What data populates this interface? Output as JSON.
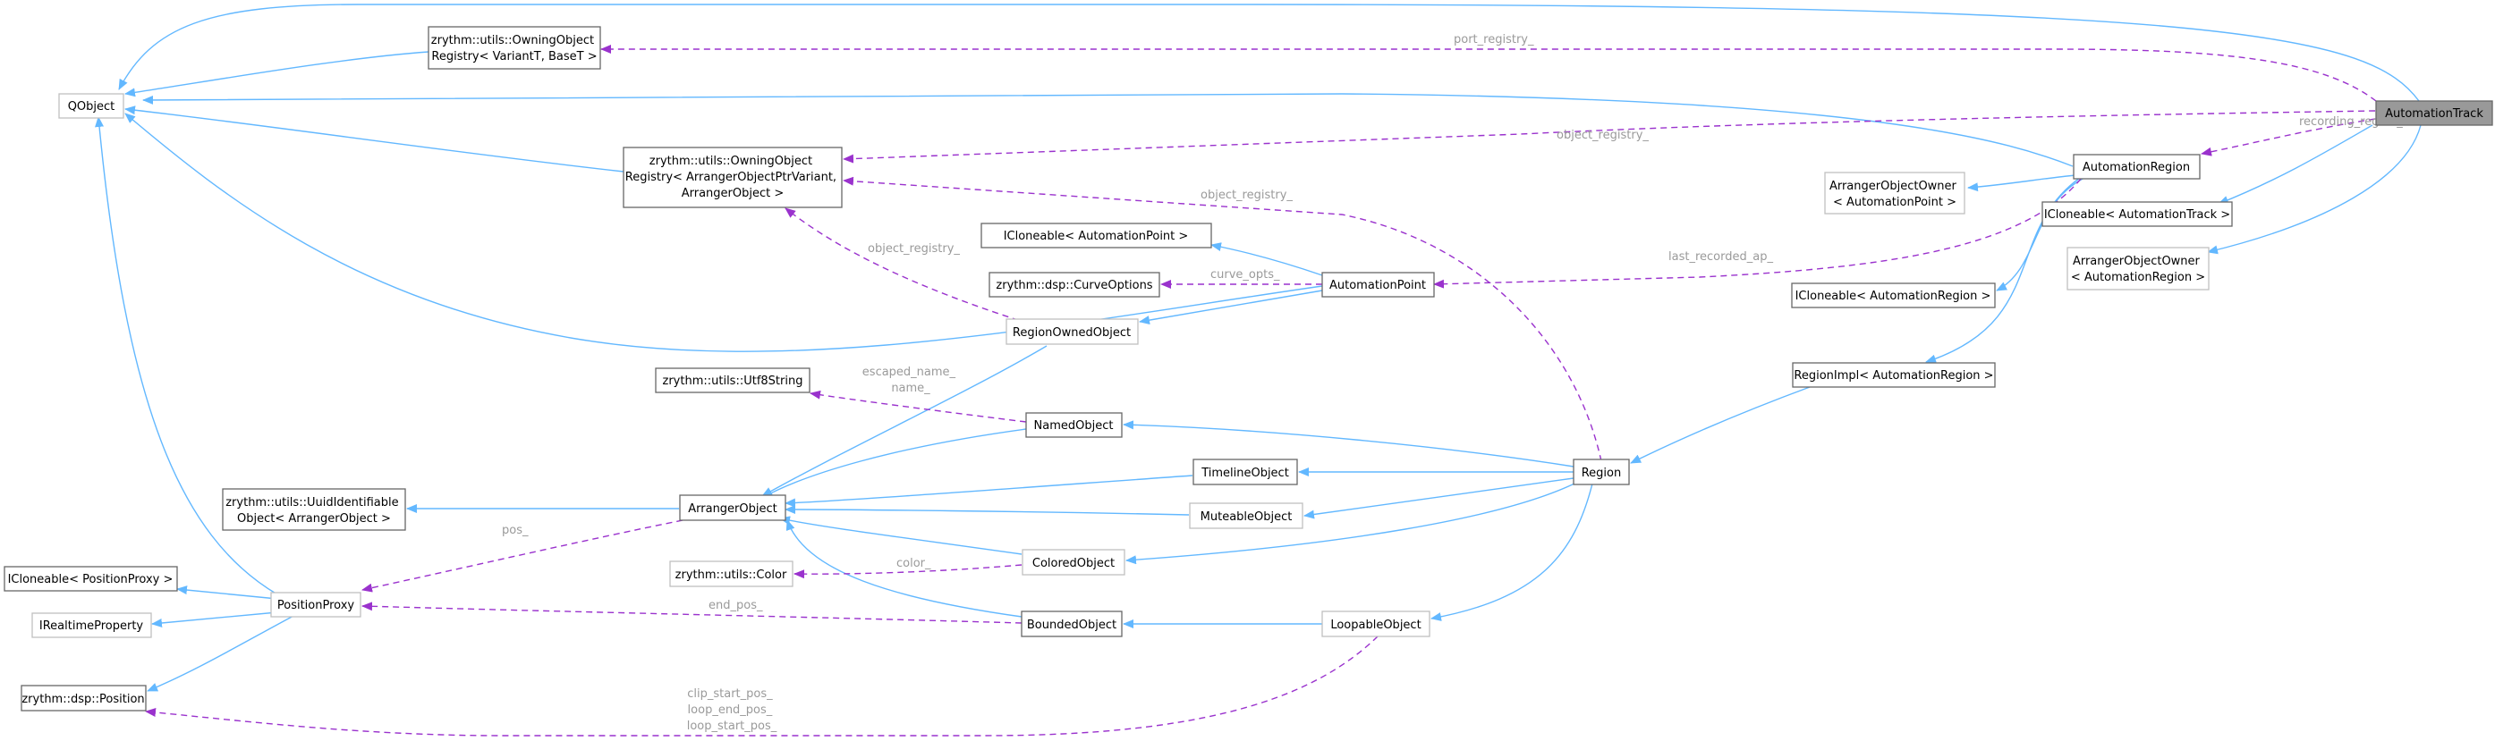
{
  "colors": {
    "inheritance_edge": "#63b8ff",
    "usage_edge": "#9a32cd",
    "highlight_node_fill": "#999999",
    "node_border": "#666666",
    "faded_node_border": "#bfbfbf",
    "edge_label": "#9a9a9a"
  },
  "nodes": {
    "qobject": [
      "QObject"
    ],
    "owning_registry_variant": [
      "zrythm::utils::OwningObject",
      "Registry< VariantT, BaseT >"
    ],
    "owning_registry_arranger": [
      "zrythm::utils::OwningObject",
      "Registry< ArrangerObjectPtrVariant,",
      "ArrangerObject >"
    ],
    "automation_track": [
      "AutomationTrack"
    ],
    "automation_region": [
      "AutomationRegion"
    ],
    "arranger_owner_point": [
      "ArrangerObjectOwner",
      "< AutomationPoint >"
    ],
    "icloneable_track": [
      "ICloneable< AutomationTrack >"
    ],
    "icloneable_point": [
      "ICloneable< AutomationPoint >"
    ],
    "curve_options": [
      "zrythm::dsp::CurveOptions"
    ],
    "automation_point": [
      "AutomationPoint"
    ],
    "icloneable_region": [
      "ICloneable< AutomationRegion >"
    ],
    "arranger_owner_region": [
      "ArrangerObjectOwner",
      "< AutomationRegion >"
    ],
    "region_owned_object": [
      "RegionOwnedObject"
    ],
    "region_impl": [
      "RegionImpl< AutomationRegion >"
    ],
    "utf8string": [
      "zrythm::utils::Utf8String"
    ],
    "named_object": [
      "NamedObject"
    ],
    "timeline_object": [
      "TimelineObject"
    ],
    "region": [
      "Region"
    ],
    "uuid_identifiable": [
      "zrythm::utils::UuidIdentifiable",
      "Object< ArrangerObject >"
    ],
    "arranger_object": [
      "ArrangerObject"
    ],
    "muteable_object": [
      "MuteableObject"
    ],
    "colored_object": [
      "ColoredObject"
    ],
    "icloneable_posproxy": [
      "ICloneable< PositionProxy >"
    ],
    "color": [
      "zrythm::utils::Color"
    ],
    "position_proxy": [
      "PositionProxy"
    ],
    "irealtime_property": [
      "IRealtimeProperty"
    ],
    "bounded_object": [
      "BoundedObject"
    ],
    "loopable_object": [
      "LoopableObject"
    ],
    "dsp_position": [
      "zrythm::dsp::Position"
    ]
  },
  "edge_labels": {
    "port_registry": [
      "port_registry_"
    ],
    "object_registry_track": [
      "object_registry_"
    ],
    "recording_region": [
      "recording_region_"
    ],
    "object_registry_region": [
      "object_registry_"
    ],
    "last_recorded_ap": [
      "last_recorded_ap_"
    ],
    "object_registry_owned": [
      "object_registry_"
    ],
    "curve_opts": [
      "curve_opts_"
    ],
    "escaped_name": [
      "escaped_name_",
      "name_"
    ],
    "pos": [
      "pos_"
    ],
    "color": [
      "color_"
    ],
    "end_pos": [
      "end_pos_"
    ],
    "clip_positions": [
      "clip_start_pos_",
      "loop_end_pos_",
      "loop_start_pos_"
    ]
  }
}
